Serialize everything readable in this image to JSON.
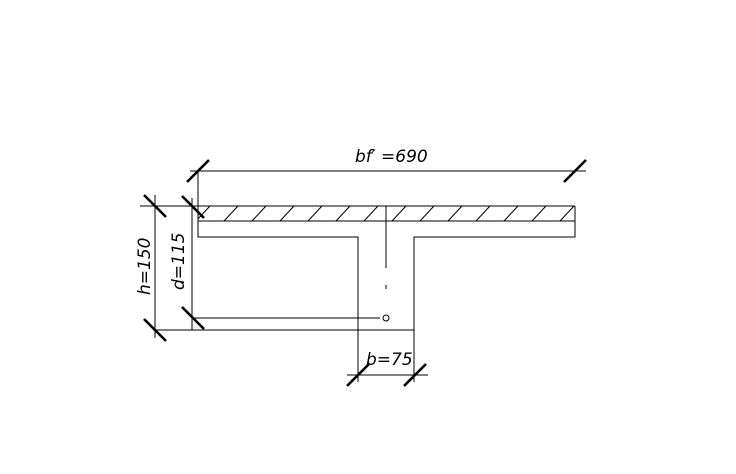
{
  "dimensions": {
    "flange_width": "bf′ =690",
    "total_height": "h=150",
    "effective_depth": "d=115",
    "web_width": "b=75"
  },
  "colors": {
    "line": "#000000",
    "background": "#ffffff"
  }
}
